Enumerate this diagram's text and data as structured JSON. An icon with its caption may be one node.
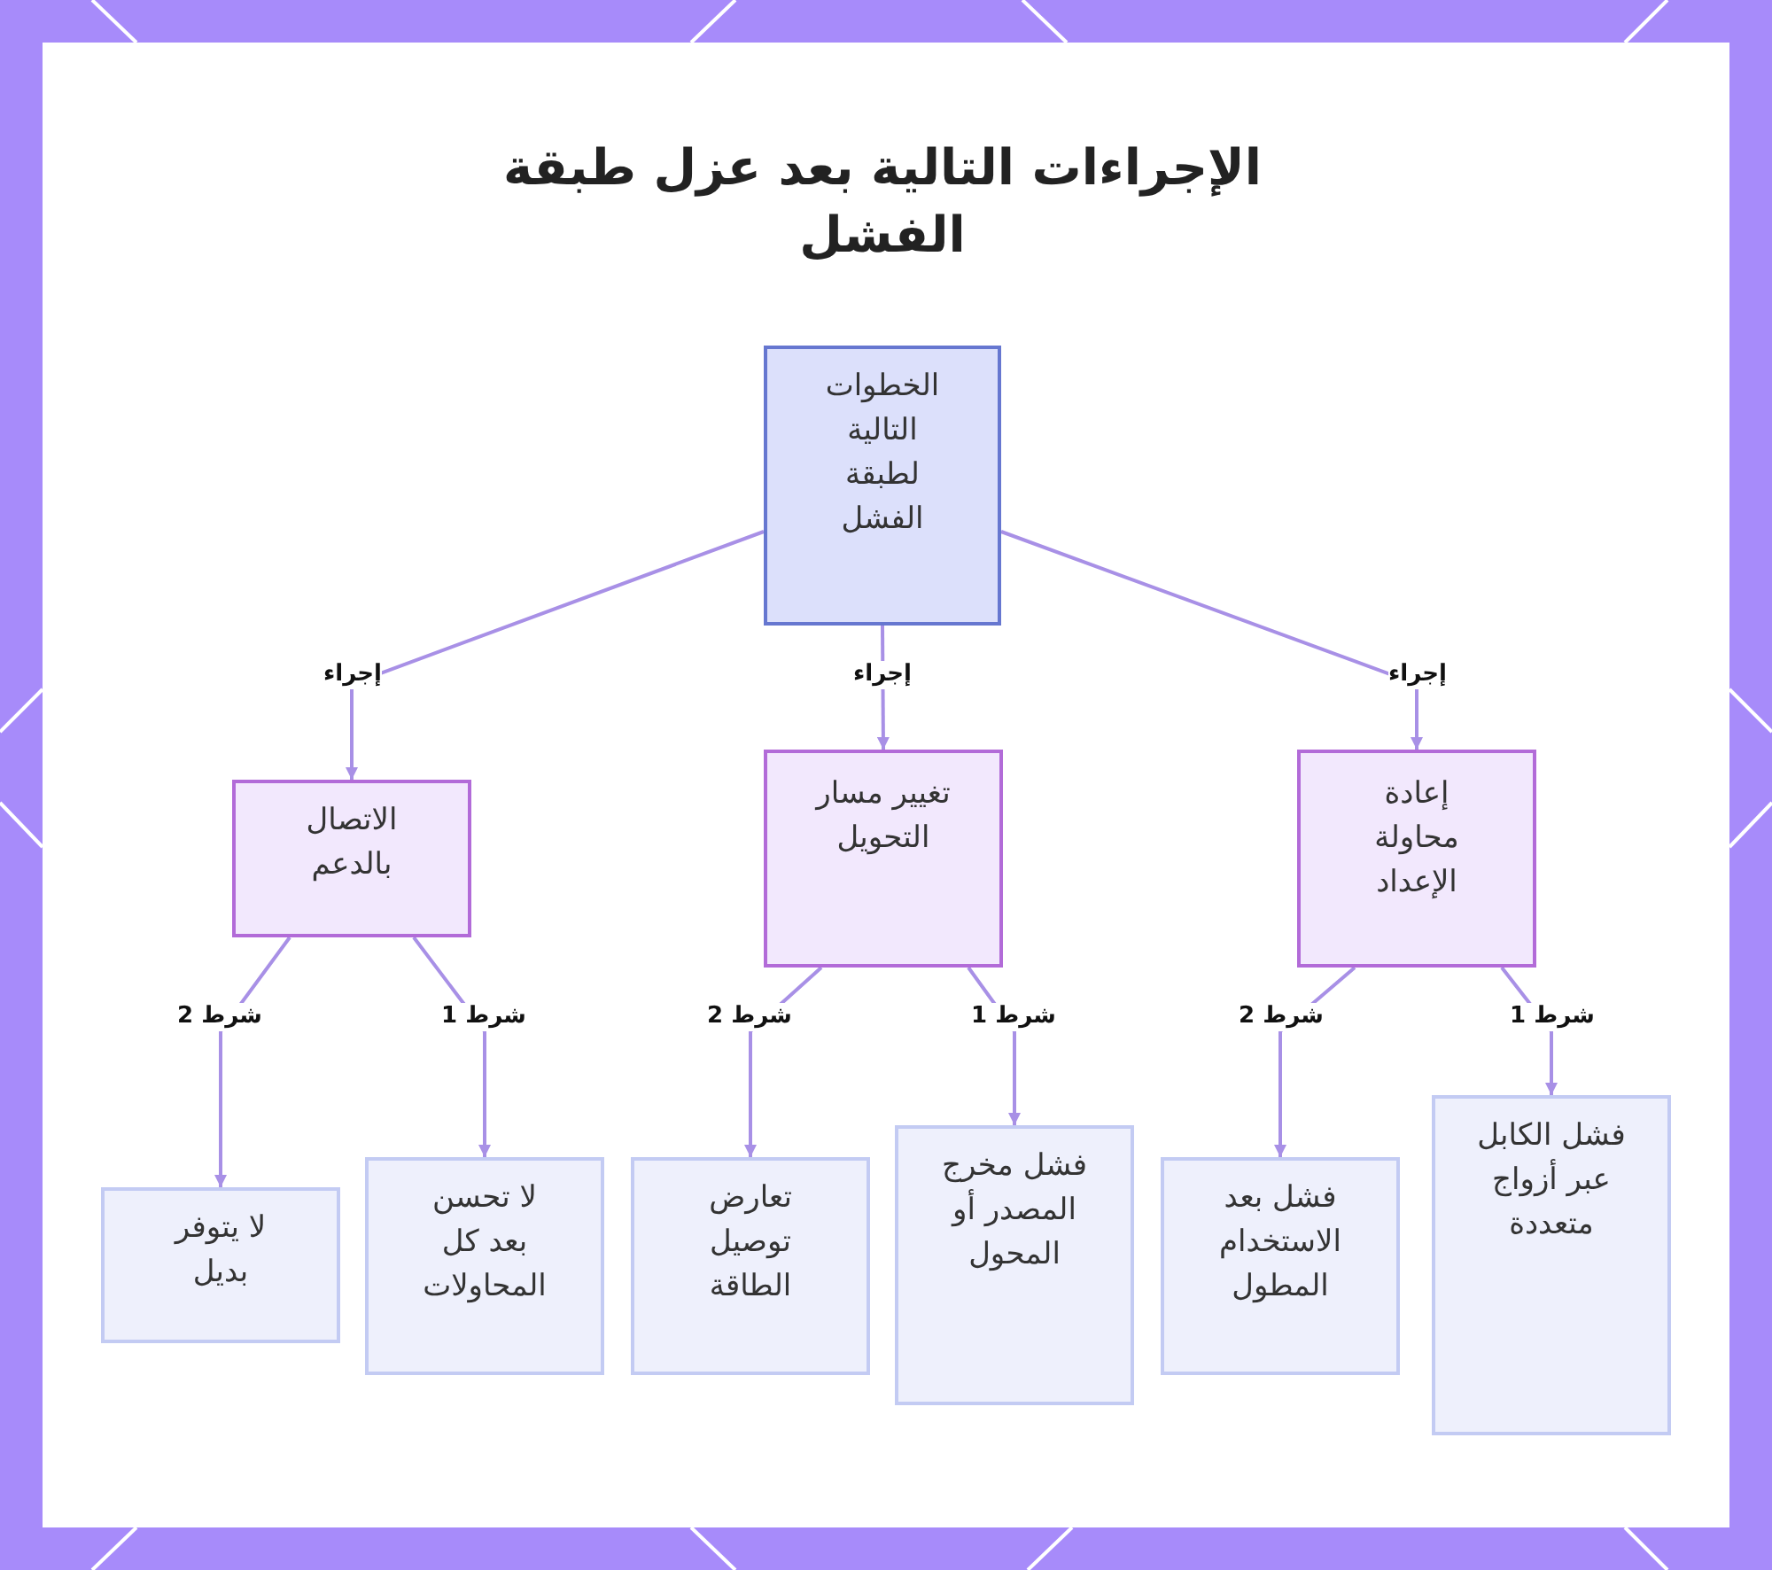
{
  "diagram": {
    "title": "الإجراءات التالية بعد عزل طبقة الفشل",
    "nodes": [
      {
        "text": [
          "الخطوات التالية لطبقة الفشل"
        ]
      },
      {
        "text": [
          "إعادة محاولة الإعداد"
        ]
      },
      {
        "text": [
          "تغيير مسار التحويل"
        ]
      },
      {
        "text": [
          "الاتصال بالدعم"
        ]
      },
      {
        "text": [
          "فشل الكابل عبر أزواج متعددة"
        ]
      },
      {
        "text": [
          "فشل بعد الاستخدام المطول"
        ]
      },
      {
        "text": [
          "فشل مخرج المصدر أو المحول"
        ]
      },
      {
        "text": [
          "تعارض توصيل الطاقة"
        ]
      },
      {
        "text": [
          "لا تحسن بعد كل المحاولات"
        ]
      },
      {
        "text": [
          "لا يتوفر بديل"
        ]
      }
    ],
    "edges": [
      {
        "from": 0,
        "to": 1,
        "arrow": "to",
        "label": "إجراء"
      },
      {
        "from": 0,
        "to": 2,
        "arrow": "to",
        "label": "إجراء"
      },
      {
        "from": 0,
        "to": 3,
        "arrow": "to",
        "label": "إجراء"
      },
      {
        "from": 1,
        "to": 4,
        "arrow": "to",
        "label": "شرط 1"
      },
      {
        "from": 1,
        "to": 5,
        "arrow": "to",
        "label": "شرط 2"
      },
      {
        "from": 2,
        "to": 6,
        "arrow": "to",
        "label": "شرط 1"
      },
      {
        "from": 2,
        "to": 7,
        "arrow": "to",
        "label": "شرط 2"
      },
      {
        "from": 3,
        "to": 8,
        "arrow": "to",
        "label": "شرط 1"
      },
      {
        "from": 3,
        "to": 9,
        "arrow": "to",
        "label": "شرط 2"
      }
    ]
  }
}
